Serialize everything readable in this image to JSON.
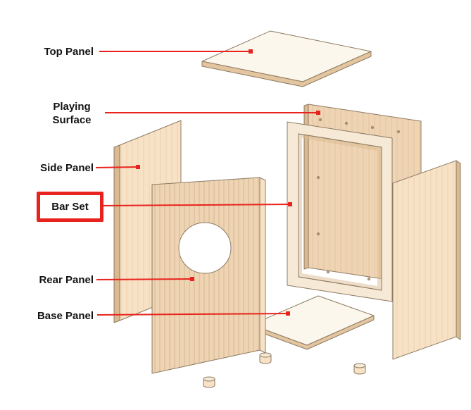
{
  "labels": {
    "top_panel": "Top Panel",
    "playing_surface": "Playing Surface",
    "side_panel": "Side Panel",
    "bar_set": "Bar Set",
    "rear_panel": "Rear Panel",
    "base_panel": "Base Panel"
  },
  "colors": {
    "background": "#ffffff",
    "accent_red": "#e8231e",
    "label_text": "#131313",
    "outline": "#8d7b63",
    "wood_light": "#f8e2c6",
    "wood_mid": "#eed4b3",
    "wood_dark": "#dcba90",
    "face_cream": "#f6ead6",
    "face_white": "#fcf7ec",
    "edge_shadow": "#e3c59f"
  }
}
